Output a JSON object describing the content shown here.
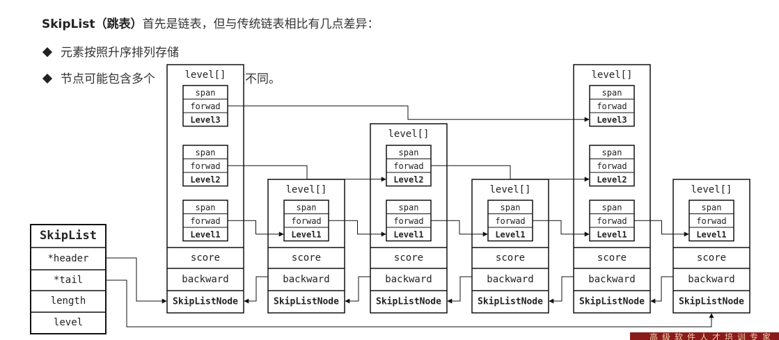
{
  "heading": {
    "bold": "SkipList（跳表）",
    "rest": "首先是链表，但与传统链表相比有几点差异："
  },
  "bullets": [
    {
      "before": "元素按照升序排列存储",
      "after": ""
    },
    {
      "before": "节点可能包含多个",
      "after": "度不同。"
    }
  ],
  "skiplist": {
    "title": "SkipList",
    "fields": [
      "*header",
      "*tail",
      "length",
      "level"
    ]
  },
  "node_labels": {
    "level_header": "level[]",
    "span": "span",
    "forward": "forwad",
    "score": "score",
    "backward": "backward",
    "name": "SkipListNode"
  },
  "nodes": [
    {
      "levels": [
        "Level3",
        "Level2",
        "Level1"
      ]
    },
    {
      "levels": [
        "Level1"
      ]
    },
    {
      "levels": [
        "Level2",
        "Level1"
      ]
    },
    {
      "levels": [
        "Level1"
      ]
    },
    {
      "levels": [
        "Level3",
        "Level2",
        "Level1"
      ]
    },
    {
      "levels": [
        "Level1"
      ]
    }
  ],
  "footer_banner": "高级软件人才培训专家",
  "colors": {
    "stroke": "#111111",
    "text": "#222222",
    "banner": "#8b1a1a"
  }
}
